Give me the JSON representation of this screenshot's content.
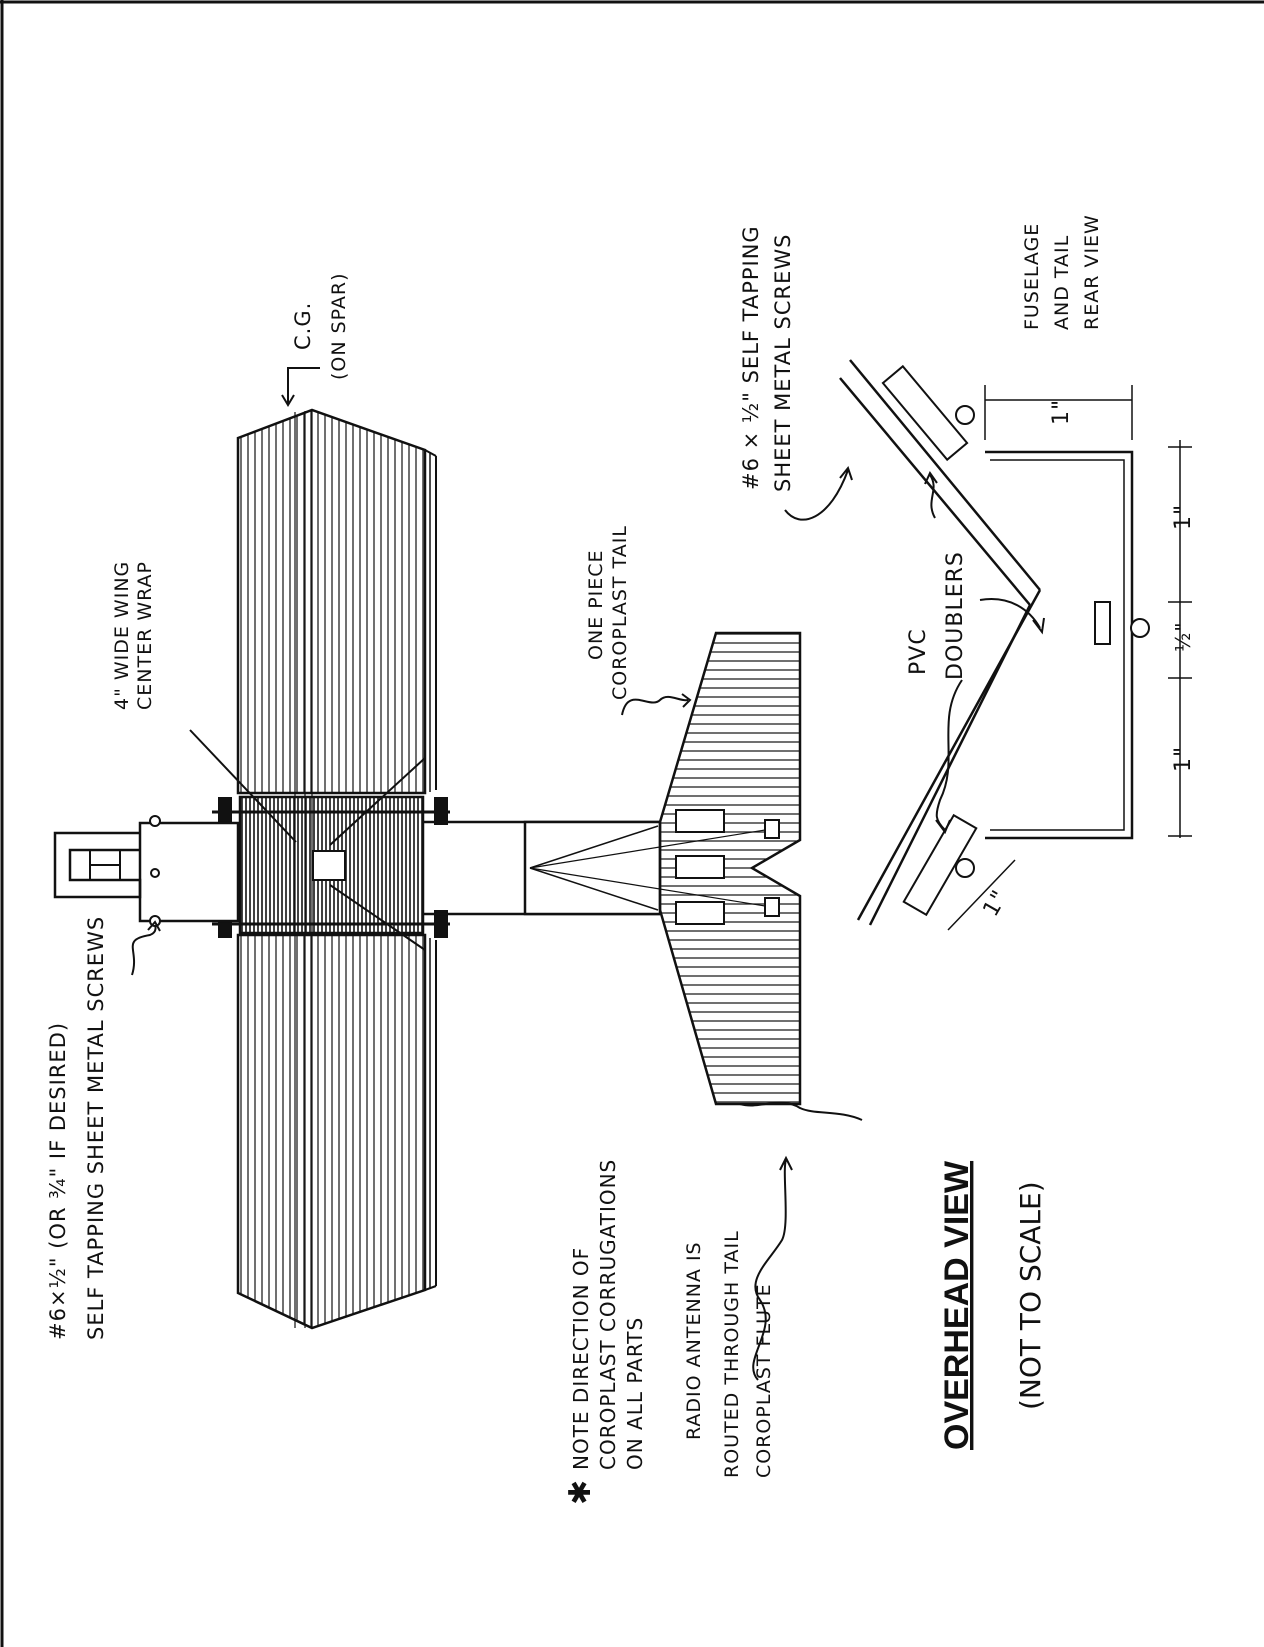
{
  "title": "OVERHEAD VIEW",
  "subtitle": "(NOT TO SCALE)",
  "labels": {
    "screws_line1": "#6×½\" (OR ¾\" IF DESIRED)",
    "screws_line2": "SELF TAPPING SHEET METAL SCREWS",
    "wing_wrap_line1": "4\" WIDE WING",
    "wing_wrap_line2": "CENTER WRAP",
    "cg_line1": "C.G.",
    "cg_line2": "(ON SPAR)",
    "tail_line1": "ONE PIECE",
    "tail_line2": "COROPLAST TAIL",
    "note_line1": "NOTE DIRECTION OF",
    "note_line2": "COROPLAST CORRUGATIONS",
    "note_line3": "ON ALL PARTS",
    "antenna_line1": "RADIO ANTENNA IS",
    "antenna_line2": "ROUTED THROUGH TAIL",
    "antenna_line3": "COROPLAST FLUTE",
    "tail_screws_line1": "#6 × ½\" SELF TAPPING",
    "tail_screws_line2": "SHEET METAL SCREWS",
    "pvc_line1": "PVC",
    "pvc_line2": "DOUBLERS",
    "rear_line1": "FUSELAGE",
    "rear_line2": "AND TAIL",
    "rear_line3": "REAR VIEW",
    "dim_top": "1\"",
    "dim_right_upper": "1\"",
    "dim_right_mid": "½\"",
    "dim_right_lower": "1\"",
    "dim_bottom": "1\""
  },
  "note_marker": "✱",
  "colors": {
    "ink": "#111111",
    "paper": "#ffffff"
  }
}
